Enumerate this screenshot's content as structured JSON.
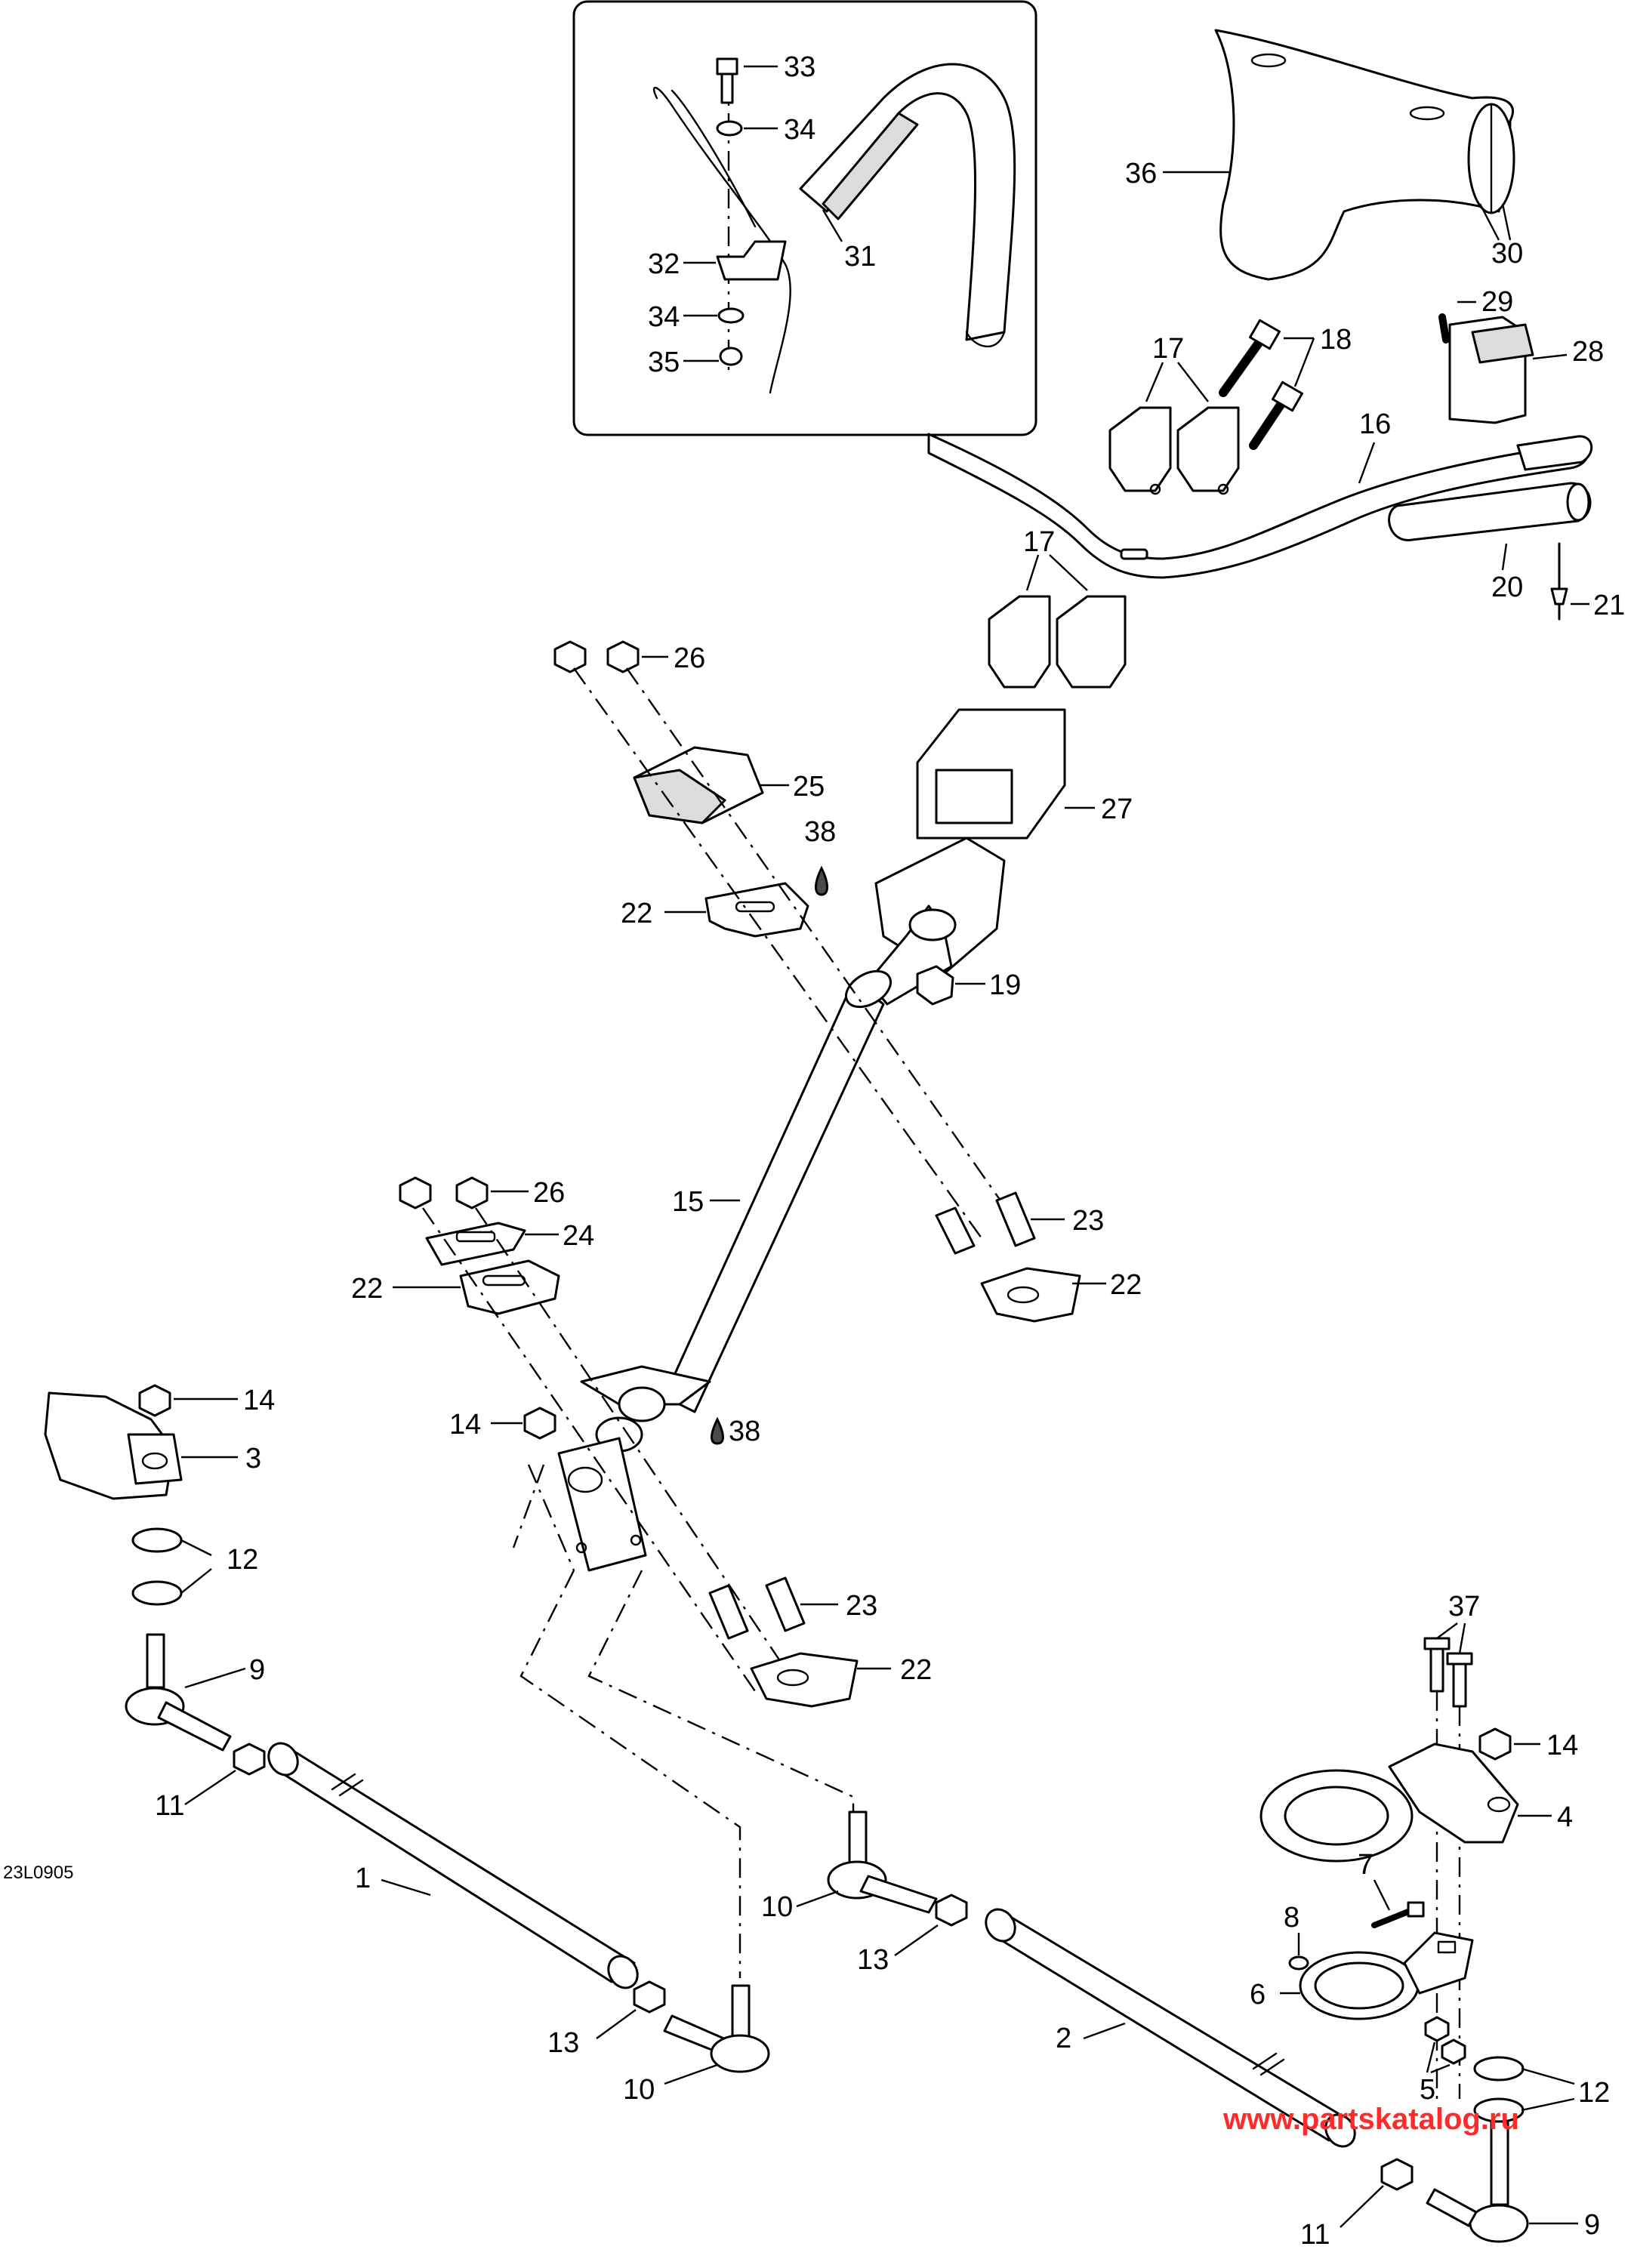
{
  "drawing_code": "23L0905",
  "watermark": "www.partskatalog.ru",
  "callouts": {
    "c1": "1",
    "c2": "2",
    "c3": "3",
    "c4": "4",
    "c5": "5",
    "c6": "6",
    "c7": "7",
    "c8": "8",
    "c9a": "9",
    "c9b": "9",
    "c10a": "10",
    "c10b": "10",
    "c11a": "11",
    "c11b": "11",
    "c12a": "12",
    "c12b": "12",
    "c13a": "13",
    "c13b": "13",
    "c14a": "14",
    "c14b": "14",
    "c14c": "14",
    "c15": "15",
    "c16": "16",
    "c17a": "17",
    "c17b": "17",
    "c18": "18",
    "c19": "19",
    "c20": "20",
    "c21": "21",
    "c22a": "22",
    "c22b": "22",
    "c22c": "22",
    "c22d": "22",
    "c23a": "23",
    "c23b": "23",
    "c24": "24",
    "c25": "25",
    "c26a": "26",
    "c26b": "26",
    "c27": "27",
    "c28": "28",
    "c29": "29",
    "c30": "30",
    "c31": "31",
    "c32": "32",
    "c33": "33",
    "c34a": "34",
    "c34b": "34",
    "c35": "35",
    "c36": "36",
    "c37": "37",
    "c38a": "38",
    "c38b": "38"
  }
}
